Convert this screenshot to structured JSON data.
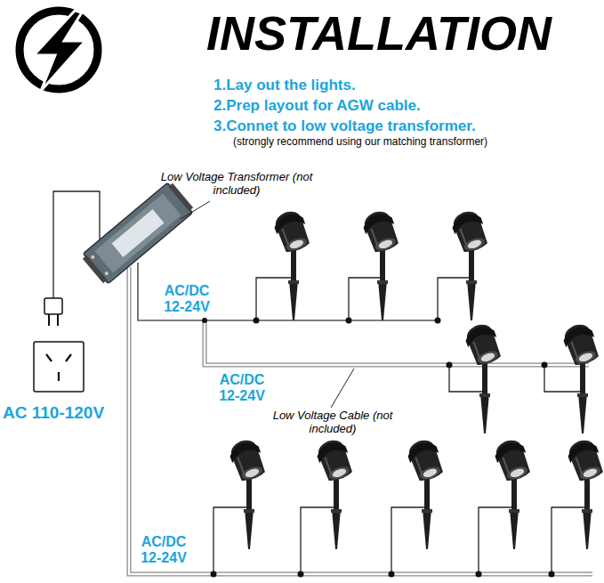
{
  "diagram": {
    "title": "INSTALLATION",
    "labels": [
      "1.Lay out the lights.",
      "2.Prep layout for AGW cable.",
      "3.Connet to low voltage transformer.",
      "(strongly recommend using our matching transformer)",
      "Low Voltage Transformer (not included)",
      "AC/DC 12-24V",
      "AC/DC 12-24V",
      "Low Voltage Cable (not included)",
      "AC/DC 12-24V",
      "AC 110-120V"
    ]
  }
}
